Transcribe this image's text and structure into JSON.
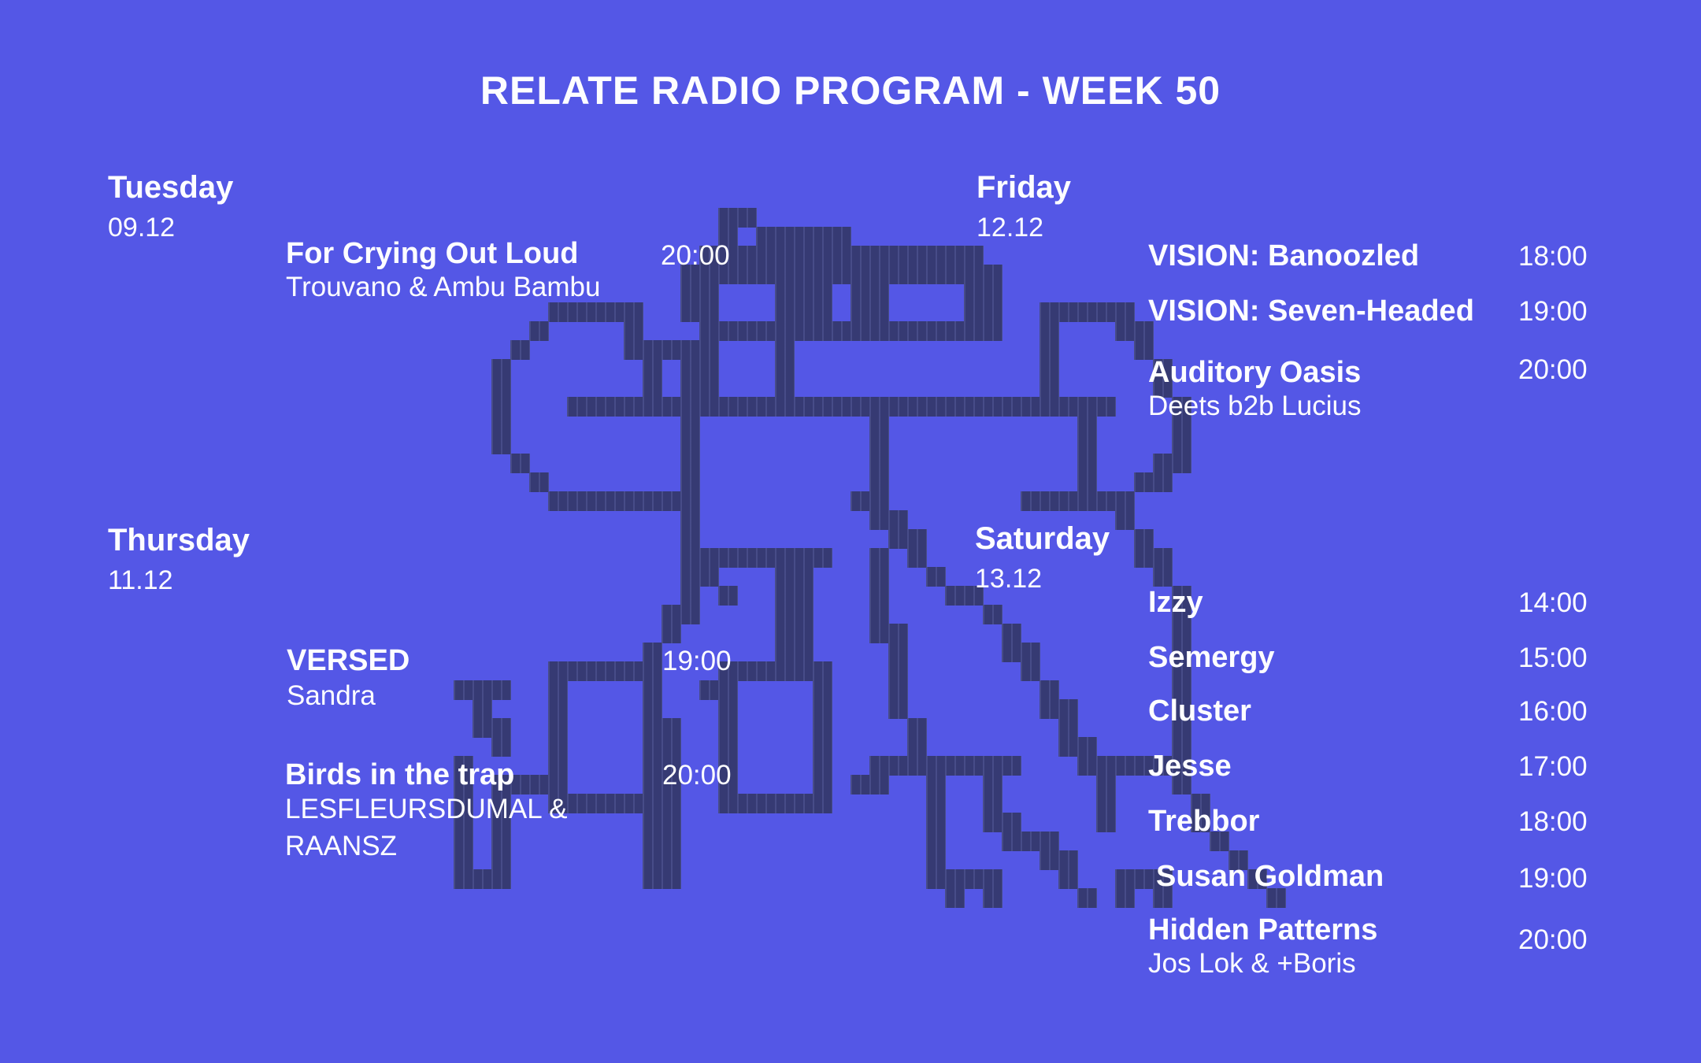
{
  "title": "RELATE RADIO PROGRAM - WEEK 50",
  "colors": {
    "background": "#5457E6",
    "art": "#363A73",
    "text": "#FDFDFF"
  },
  "schedule": {
    "left": [
      {
        "name": "Tuesday",
        "date": "09.12",
        "events": [
          {
            "title": "For Crying Out Loud",
            "artist": "Trouvano & Ambu Bambu",
            "time": "20:00"
          }
        ]
      },
      {
        "name": "Thursday",
        "date": "11.12",
        "events": [
          {
            "title": "VERSED",
            "artist": "Sandra",
            "time": "19:00"
          },
          {
            "title": "Birds in the trap",
            "artist_lines": [
              "LESFLEURSDUMAL &",
              "RAANSZ"
            ],
            "time": "20:00"
          }
        ]
      }
    ],
    "right": [
      {
        "name": "Friday",
        "date": "12.12",
        "events": [
          {
            "title": "VISION: Banoozled",
            "time": "18:00"
          },
          {
            "title": "VISION: Seven-Headed",
            "time": "19:00"
          },
          {
            "title": "Auditory Oasis",
            "artist": "Deets b2b Lucius",
            "time": "20:00"
          }
        ]
      },
      {
        "name": "Saturday",
        "date": "13.12",
        "events": [
          {
            "title": "Izzy",
            "time": "14:00"
          },
          {
            "title": "Semergy",
            "time": "15:00"
          },
          {
            "title": "Cluster",
            "time": "16:00"
          },
          {
            "title": "Jesse",
            "time": "17:00"
          },
          {
            "title": "Trebbor",
            "time": "18:00"
          },
          {
            "title": "Susan Goldman",
            "time": "19:00"
          },
          {
            "title": "Hidden Patterns",
            "artist": "Jos Lok & +Boris",
            "time": "20:00"
          }
        ]
      }
    ]
  },
  "pixel_art": {
    "description": "pixelated creature with antenna hat, eye boxes, round cheeks and tentacle legs",
    "rows": [
      "............................................",
      "..............##............................",
      "..............#.#####.......................",
      ".............###############................",
      "............#################...............",
      "............##...###.##....##...............",
      ".....#####..##...###.##....##..#####........",
      "....#....#...################..#...##.......",
      "...#.....#####...#.............#....#.......",
      "..#.......#.##...#.............#.....#......",
      "..#.......#.##...#.............#.....#......",
      "..#...#############################...#.....",
      "..#.........#.........#..........#....#.....",
      "..#.........#.........#..........#....#.....",
      "...#........#.........#..........#...##.....",
      "....#.......#.........#..........#..##......",
      ".....########........##.......######........",
      "............#.........##...........#........",
      "............#..........##...........#.......",
      "............########..#.#...........##......",
      "............##...##...#..#...........#......",
      "............#.#..##...#...##..........#.....",
      "...........##....##...#.....#.........#.....",
      "...........#.....##...##.....#........#.....",
      "..........#......##....#.....##.......#.....",
      ".....######...######...#......#.......#.....",
      "###..#....#..##....#...#.......#......#.....",
      ".#...#....#...#....#...#.......##.....#.....",
      ".##..#....##..#....#....#.......#.....#.....",
      "..#..#....##..#....#....#.......##....#.....",
      "#....#....##..#....#..########...######.....",
      "#.####....##..#....#.##..#..#.....#...#.....",
      "#.#..#######..######.....#..#.....#....#....",
      "#.#.......##.............#..##....#....#....",
      "#.#.......##.............#...###........#...",
      "#.#.......##.............#.....##........#..",
      "###.......##.............####...#..###....#.",
      "..........................#.#....#.#.#.....#"
    ]
  }
}
